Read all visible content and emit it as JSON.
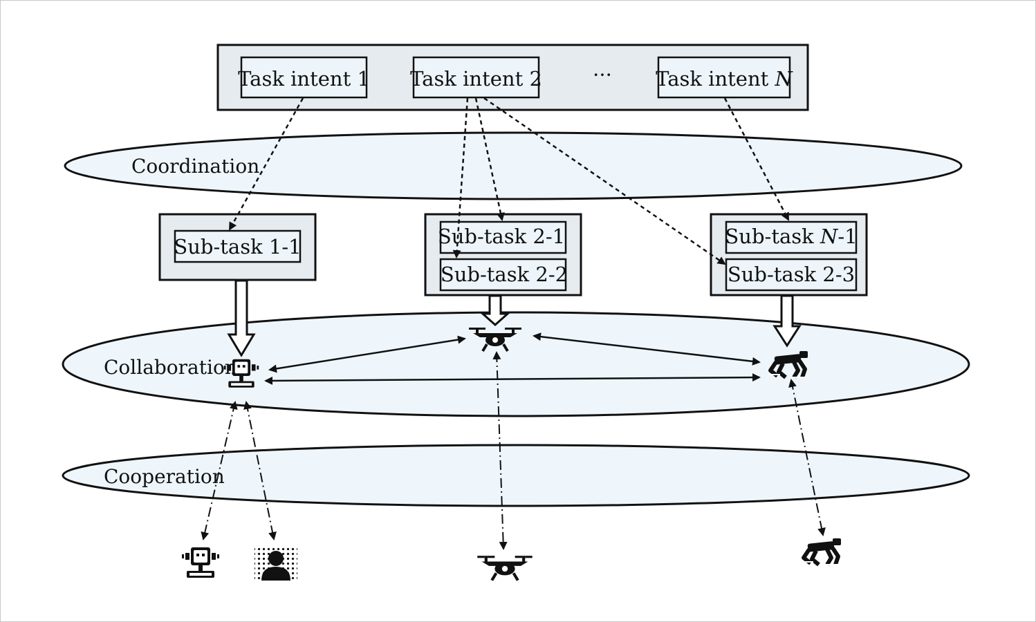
{
  "task_intents": [
    {
      "prefix": "Task intent ",
      "suffix": "1"
    },
    {
      "prefix": "Task intent ",
      "suffix": "2"
    },
    {
      "prefix": "Task intent ",
      "suffix": "N"
    }
  ],
  "ellipsis": "···",
  "layers": {
    "coordination": "Coordination",
    "collaboration": "Collaboration",
    "cooperation": "Cooperation"
  },
  "subtasks": {
    "group1": [
      {
        "prefix": "Sub-task ",
        "id": "1-1"
      }
    ],
    "group2": [
      {
        "prefix": "Sub-task ",
        "id": "2-1"
      },
      {
        "prefix": "Sub-task ",
        "id": "2-2"
      }
    ],
    "group3": [
      {
        "prefix": "Sub-task ",
        "id": "N-1"
      },
      {
        "prefix": "Sub-task ",
        "id": "2-3"
      }
    ]
  },
  "agents": {
    "collaboration": [
      "robot-icon",
      "drone-icon",
      "robot-dog-icon"
    ],
    "cooperation": [
      "robot-icon",
      "human-icon",
      "drone-icon",
      "robot-dog-icon"
    ]
  },
  "colors": {
    "box_fill": "#e6ebef",
    "inner_fill": "#edf5fa",
    "layer_fill": "#eef6fc",
    "stroke": "#111111"
  }
}
